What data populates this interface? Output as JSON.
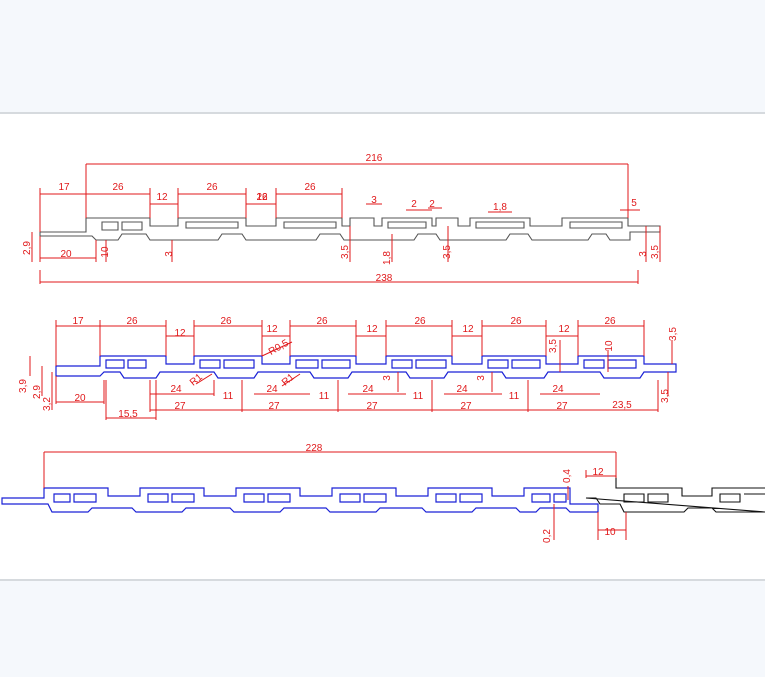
{
  "colors": {
    "background": "#f5f8fc",
    "sheet": "#ffffff",
    "dimension": "#e0191b",
    "profile_top": "#555555",
    "profile_main": "#1b22d6",
    "profile_adjacent": "#111111"
  },
  "drawing_1": {
    "labels": [
      "216",
      "17",
      "26",
      "26",
      "12",
      "26",
      "12",
      "26",
      "3",
      "2",
      "2",
      "1,8",
      "5",
      "2,9",
      "20",
      "10",
      "3",
      "3,5",
      "1,8",
      "3,5",
      "3",
      "3,5",
      "238"
    ]
  },
  "drawing_2": {
    "labels": [
      "17",
      "26",
      "12",
      "26",
      "12",
      "26",
      "12",
      "26",
      "12",
      "26",
      "12",
      "26",
      "3,5",
      "R0,5",
      "3,5",
      "10",
      "3,9",
      "2,9",
      "3,2",
      "20",
      "15,5",
      "24",
      "R1",
      "24",
      "R1",
      "24",
      "3",
      "24",
      "3",
      "24",
      "27",
      "11",
      "27",
      "11",
      "27",
      "11",
      "27",
      "11",
      "27",
      "23,5",
      "3,5"
    ]
  },
  "drawing_3": {
    "labels": [
      "228",
      "0,4",
      "12",
      "0,2",
      "10"
    ]
  }
}
